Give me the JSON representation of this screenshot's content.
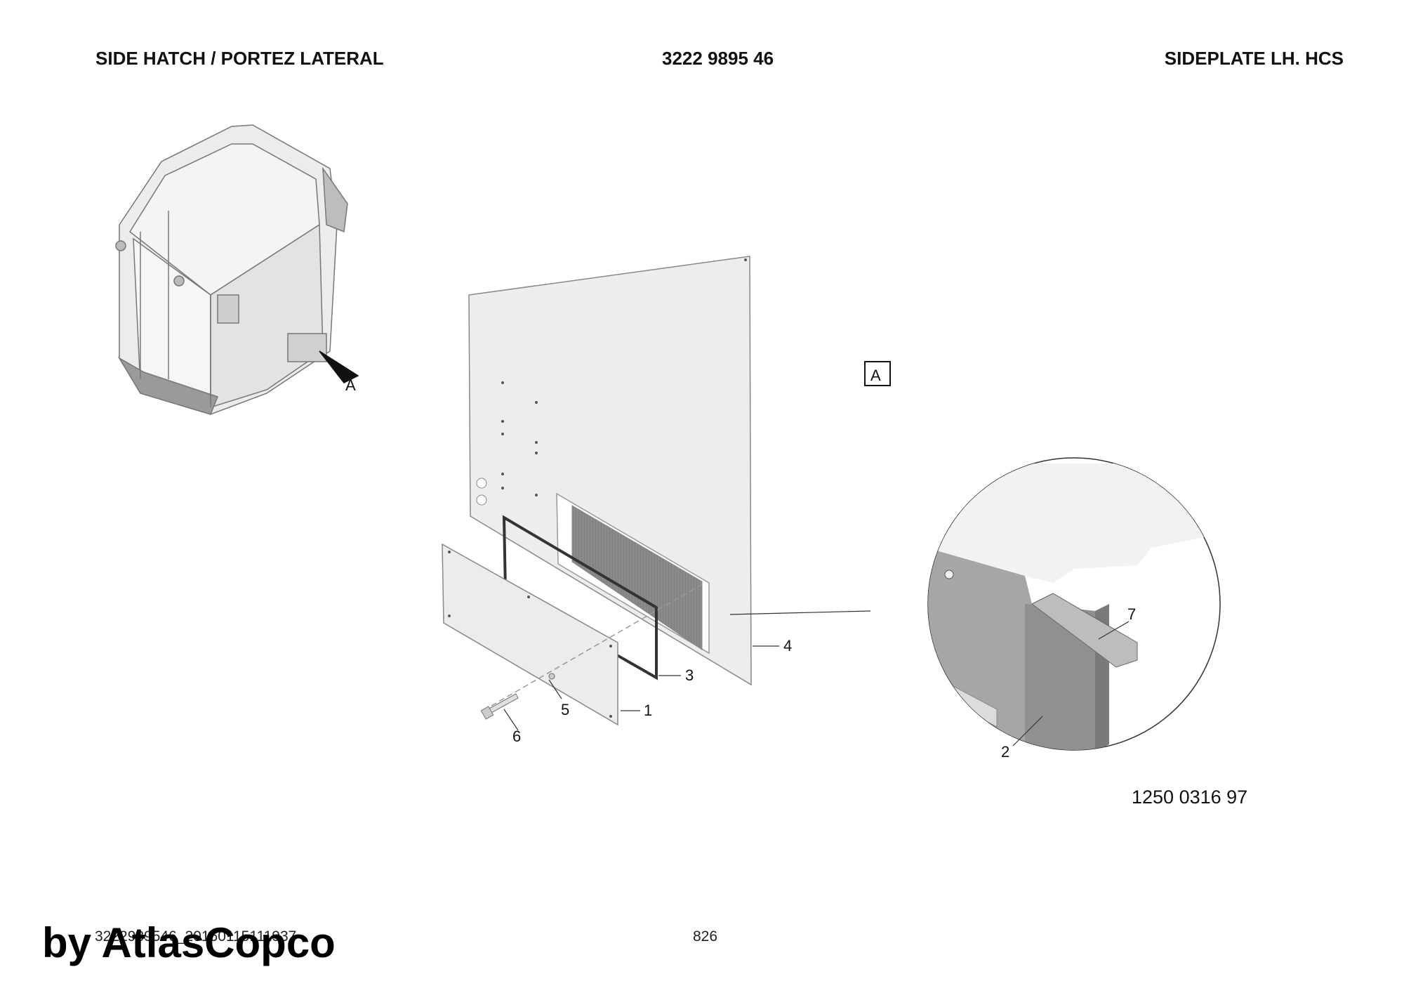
{
  "header": {
    "left_title": "SIDE HATCH / PORTEZ LATERAL",
    "part_number": "3222 9895 46",
    "right_title": "SIDEPLATE LH. HCS"
  },
  "labels": {
    "view_marker": "A",
    "detail_marker": "A"
  },
  "callouts": {
    "c1": "1",
    "c2": "2",
    "c3": "3",
    "c4": "4",
    "c5": "5",
    "c6": "6",
    "c7": "7"
  },
  "drawing_number": "1250 0316 97",
  "footer": {
    "doc_id": "3222989546_20160115111937",
    "page": "826"
  },
  "watermark": "by AtlasCopco"
}
